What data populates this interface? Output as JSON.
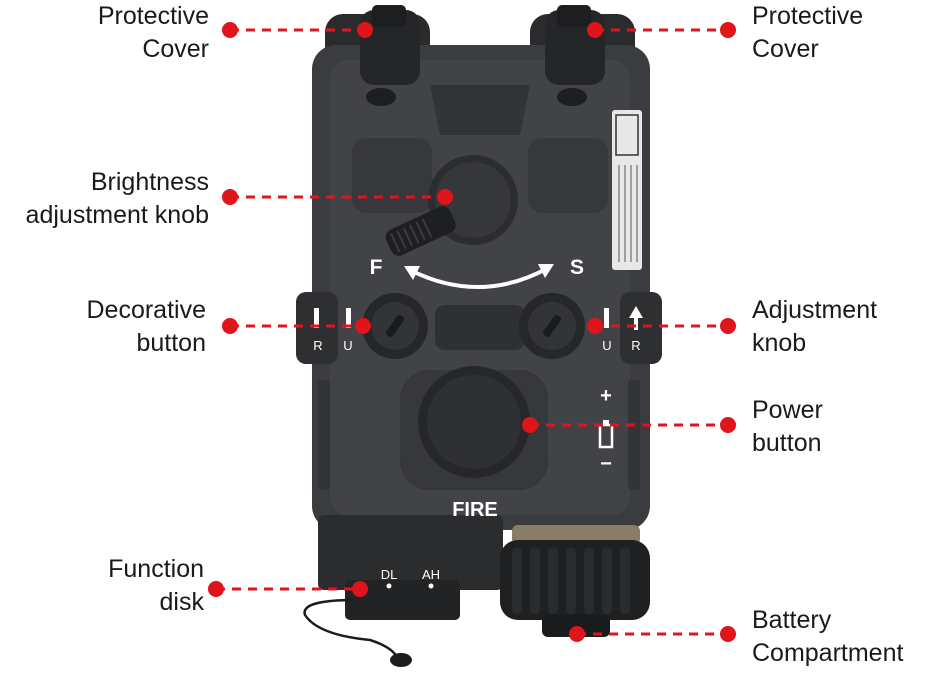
{
  "callouts": [
    {
      "id": "protective-cover-left",
      "lines": [
        "Protective",
        "Cover"
      ]
    },
    {
      "id": "protective-cover-right",
      "lines": [
        "Protective",
        "Cover"
      ]
    },
    {
      "id": "brightness-adjustment-knob",
      "lines": [
        "Brightness",
        "adjustment knob"
      ]
    },
    {
      "id": "decorative-button",
      "lines": [
        "Decorative",
        "button"
      ]
    },
    {
      "id": "adjustment-knob",
      "lines": [
        "Adjustment",
        "knob"
      ]
    },
    {
      "id": "power-button",
      "lines": [
        "Power",
        "button"
      ]
    },
    {
      "id": "function-disk",
      "lines": [
        "Function",
        "disk"
      ]
    },
    {
      "id": "battery-compartment",
      "lines": [
        "Battery",
        "Compartment"
      ]
    }
  ],
  "device_markings": {
    "fire": "FIRE",
    "f": "F",
    "s": "S",
    "r_left": "R",
    "u_left": "U",
    "u_right": "U",
    "r_right": "R",
    "dl": "DL",
    "ah": "AH",
    "plus": "+",
    "minus": "−"
  },
  "colors": {
    "callout_dot": "#e0141b",
    "device_body": "#3b3c3f",
    "device_dark": "#232426",
    "text": "#1a1a1a"
  }
}
